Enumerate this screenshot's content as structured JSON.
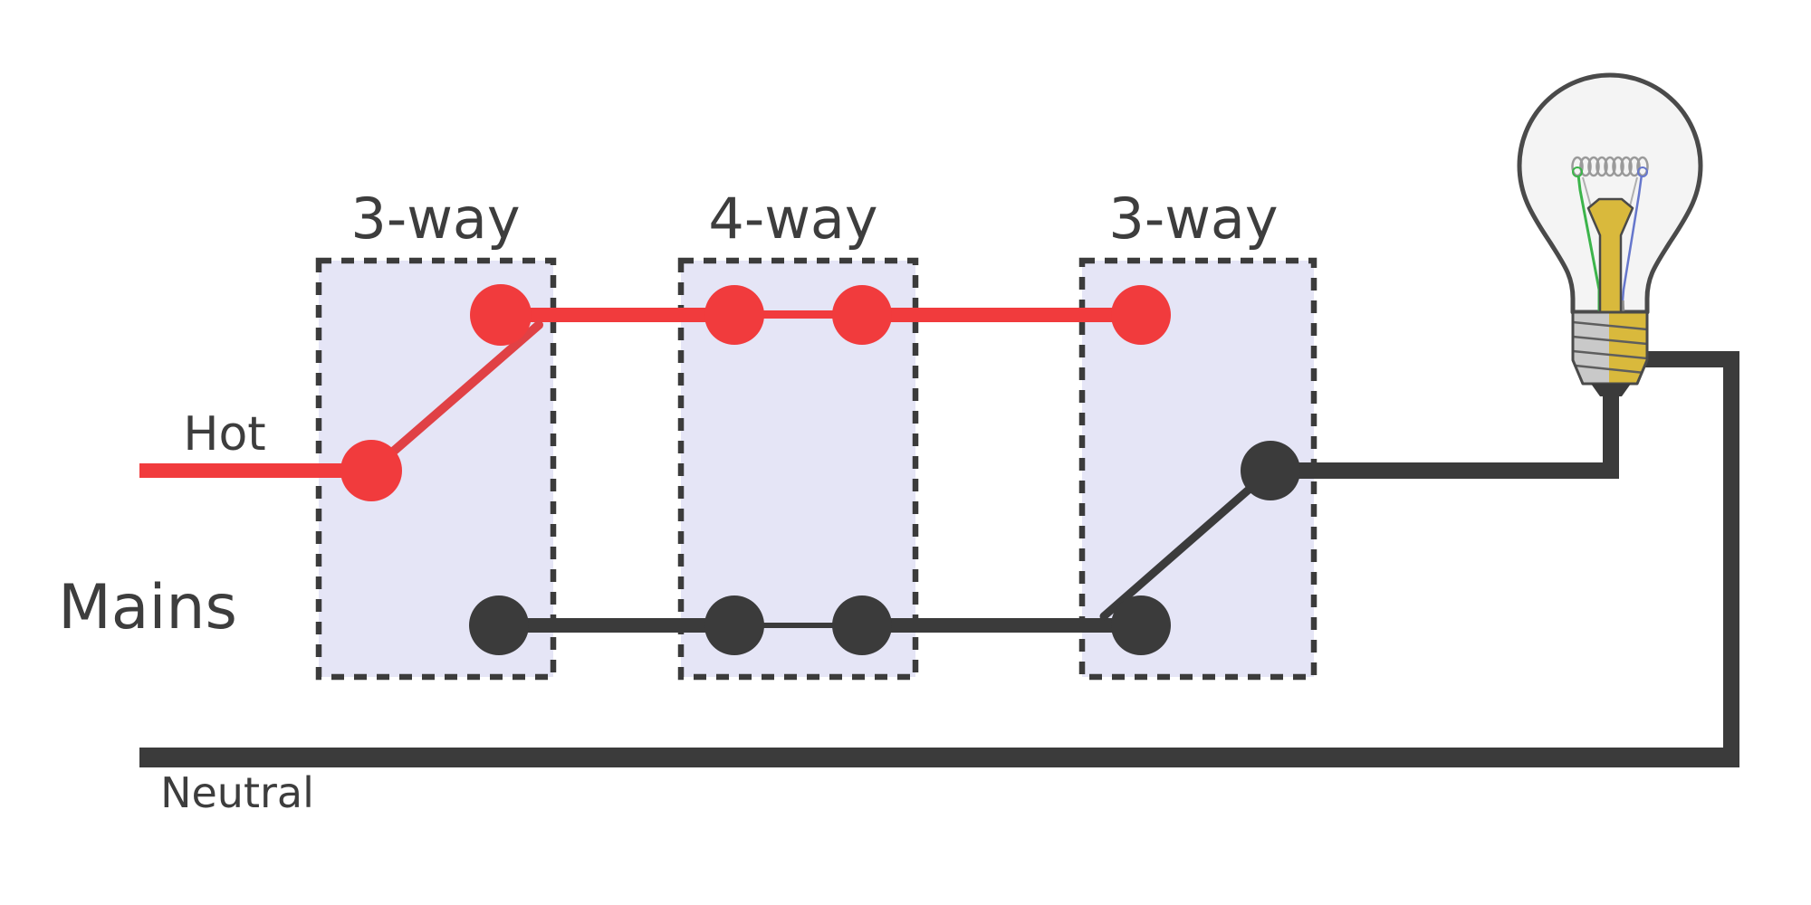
{
  "switches": [
    {
      "label": "3-way",
      "position": "left"
    },
    {
      "label": "4-way",
      "position": "middle"
    },
    {
      "label": "3-way",
      "position": "right"
    }
  ],
  "wire_labels": {
    "hot": "Hot",
    "mains": "Mains",
    "neutral": "Neutral"
  },
  "icons": {
    "light_bulb": "light-bulb"
  },
  "colors": {
    "red": "#f13b3d",
    "red_lever": "#e04145",
    "dark": "#3b3b3b",
    "box_fill": "#e5e5f6",
    "label_dark": "#3d3d3d",
    "bulb_glass": "#f4f4f4",
    "bulb_outline": "#4a4a4a",
    "base_gray": "#c9c9c9",
    "base_gold": "#d9b93c",
    "filament": "#9a9a9a",
    "lead_green": "#3cb44b",
    "lead_blue": "#6677cc",
    "lead_gray": "#8e8e8e",
    "support_wire": "#b0b0b0",
    "thread_line": "#5e5e5e"
  }
}
